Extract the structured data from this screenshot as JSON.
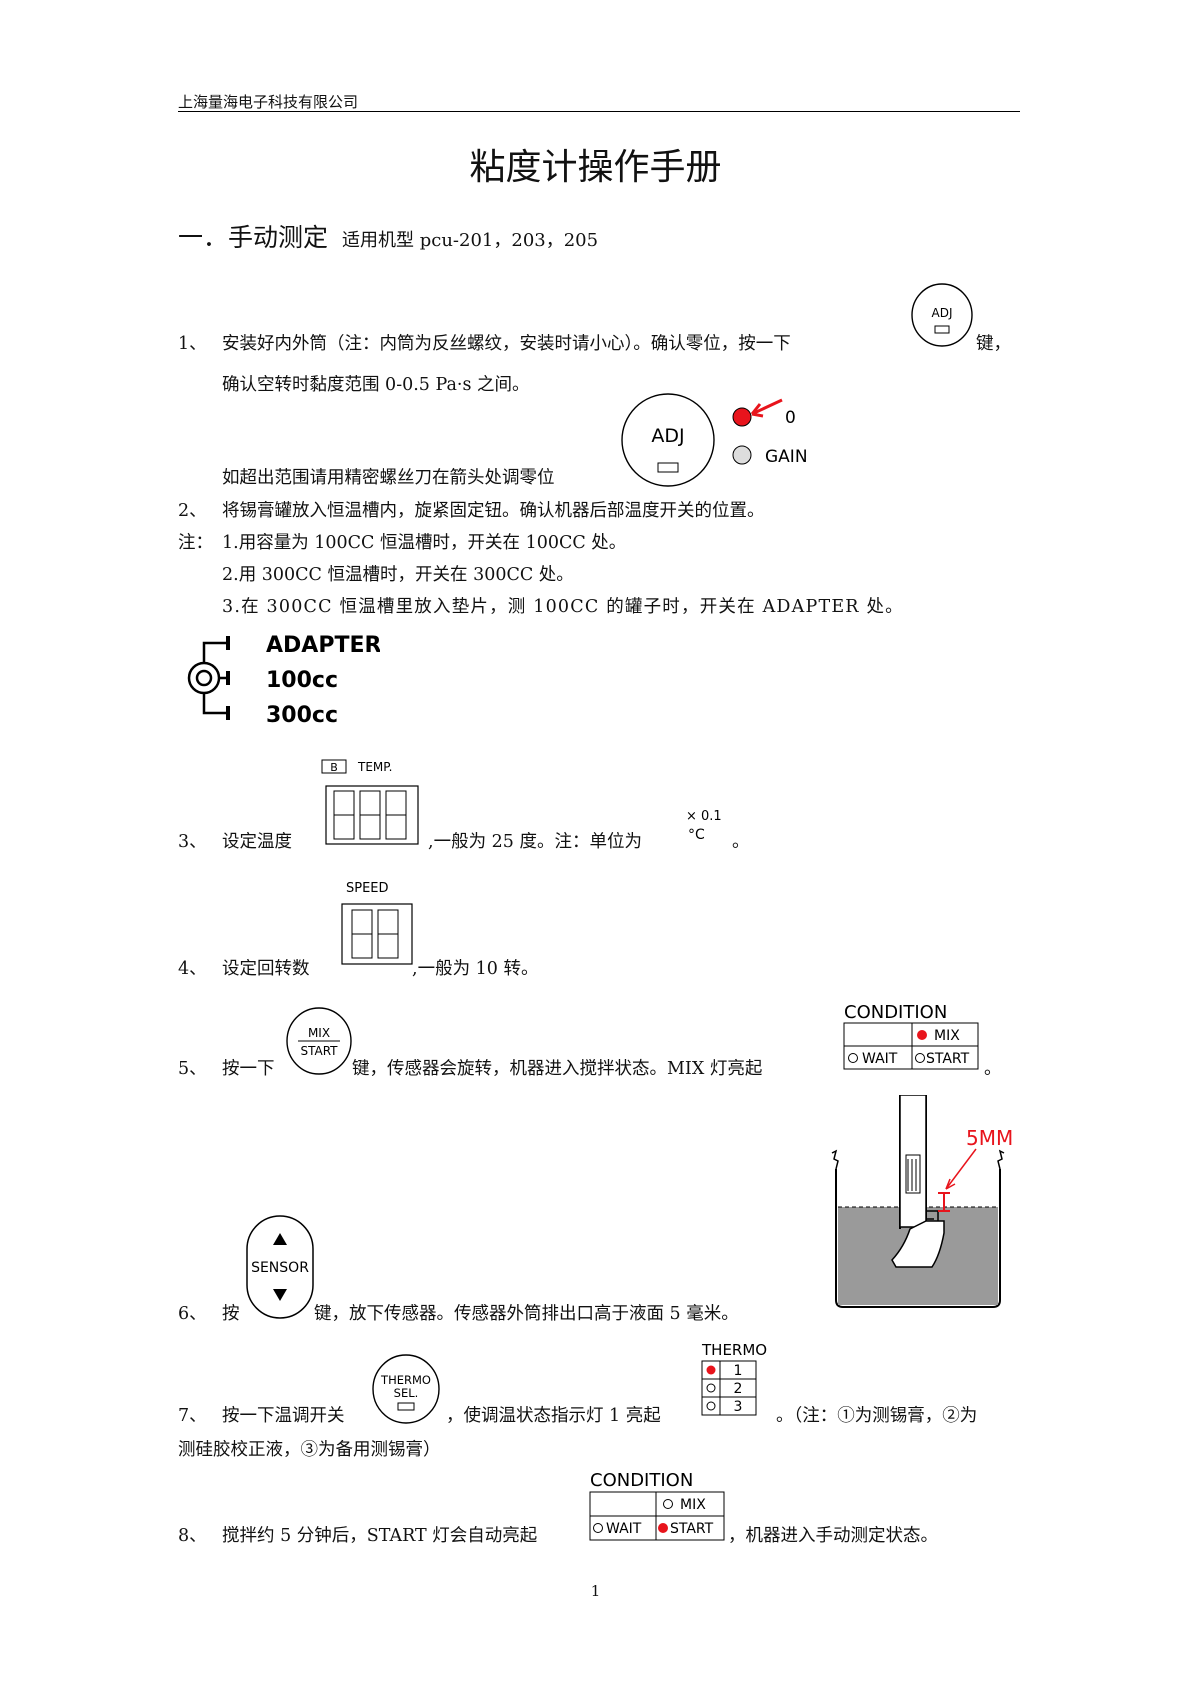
{
  "header": {
    "company": "上海量海电子科技有限公司"
  },
  "title": "粘度计操作手册",
  "section": {
    "heading": "一．手动测定",
    "models": "适用机型 pcu-201，203，205"
  },
  "steps": {
    "s1": {
      "num": "1、",
      "text_a": "安装好内外筒（注：内筒为反丝螺纹，安装时请小心）。确认零位，按一下",
      "text_b": "键，",
      "line2": "确认空转时黏度范围 0-0.5 Pa·s 之间。",
      "line3": "如超出范围请用精密螺丝刀在箭头处调零位"
    },
    "s2": {
      "num": "2、",
      "text": "将锡膏罐放入恒温槽内，旋紧固定钮。确认机器后部温度开关的位置。"
    },
    "notes": {
      "label": "注：",
      "n1": "1.用容量为 100CC  恒温槽时，开关在 100CC  处。",
      "n2": "2.用 300CC  恒温槽时，开关在 300CC  处。",
      "n3": "3.在 300CC  恒温槽里放入垫片，测 100CC  的罐子时，开关在 ADAPTER   处。"
    },
    "s3": {
      "num": "3、",
      "text_a": "设定温度",
      "text_b": ",一般为 25 度。注：单位为",
      "text_c": "。"
    },
    "s4": {
      "num": "4、",
      "text_a": "设定回转数",
      "text_b": ",一般为 10 转。"
    },
    "s5": {
      "num": "5、",
      "text_a": "按一下",
      "text_b": "键，传感器会旋转，机器进入搅拌状态。MIX  灯亮起",
      "text_c": "。"
    },
    "s6": {
      "num": "6、",
      "text_a": "按",
      "text_b": "键，放下传感器。传感器外筒排出口高于液面 5 毫米。"
    },
    "s7": {
      "num": "7、",
      "text_a": "按一下温调开关",
      "text_b": "，使调温状态指示灯 1  亮起",
      "text_c": "。（注：①为测锡膏，②为",
      "line2": "测硅胶校正液，③为备用测锡膏）"
    },
    "s8": {
      "num": "8、",
      "text_a": "搅拌约 5 分钟后，START  灯会自动亮起",
      "text_b": "，机器进入手动测定状态。"
    }
  },
  "graphics": {
    "adj_label": "ADJ",
    "zero_label": "0",
    "gain_label": "GAIN",
    "switch": {
      "o1": "ADAPTER",
      "o2": "100cc",
      "o3": "300cc"
    },
    "temp": {
      "badge": "B",
      "label": "TEMP."
    },
    "unit": {
      "top": "× 0.1",
      "bottom": "°C"
    },
    "speed_label": "SPEED",
    "mix_start": {
      "l1": "MIX",
      "l2": "START"
    },
    "condition": {
      "title": "CONDITION",
      "mix": "MIX",
      "wait": "WAIT",
      "start": "START"
    },
    "sensor_label": "SENSOR",
    "mm_label": "5MM",
    "thermo_key": {
      "l1": "THERMO",
      "l2": "SEL."
    },
    "thermo_panel": {
      "title": "THERMO",
      "r1": "1",
      "r2": "2",
      "r3": "3"
    }
  },
  "page_number": "1"
}
